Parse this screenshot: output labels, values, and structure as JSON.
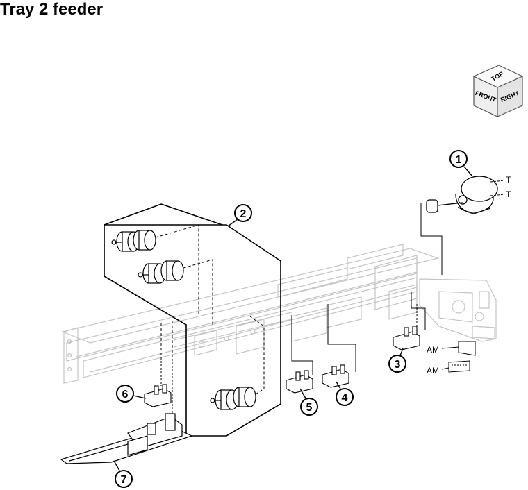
{
  "title": "Tray 2 feeder",
  "orientation_cube": {
    "top_label": "TOP",
    "front_label": "FRONT",
    "right_label": "RIGHT"
  },
  "callouts": [
    {
      "number": "1"
    },
    {
      "number": "2"
    },
    {
      "number": "3"
    },
    {
      "number": "4"
    },
    {
      "number": "5"
    },
    {
      "number": "6"
    },
    {
      "number": "7"
    }
  ],
  "connector_labels": {
    "t_upper": "T",
    "t_lower": "T",
    "am_upper": "AM",
    "am_lower": "AM"
  },
  "colors": {
    "line": "#000000",
    "frame": "#c8c8c8",
    "cube_face": "#f2f2f2"
  }
}
